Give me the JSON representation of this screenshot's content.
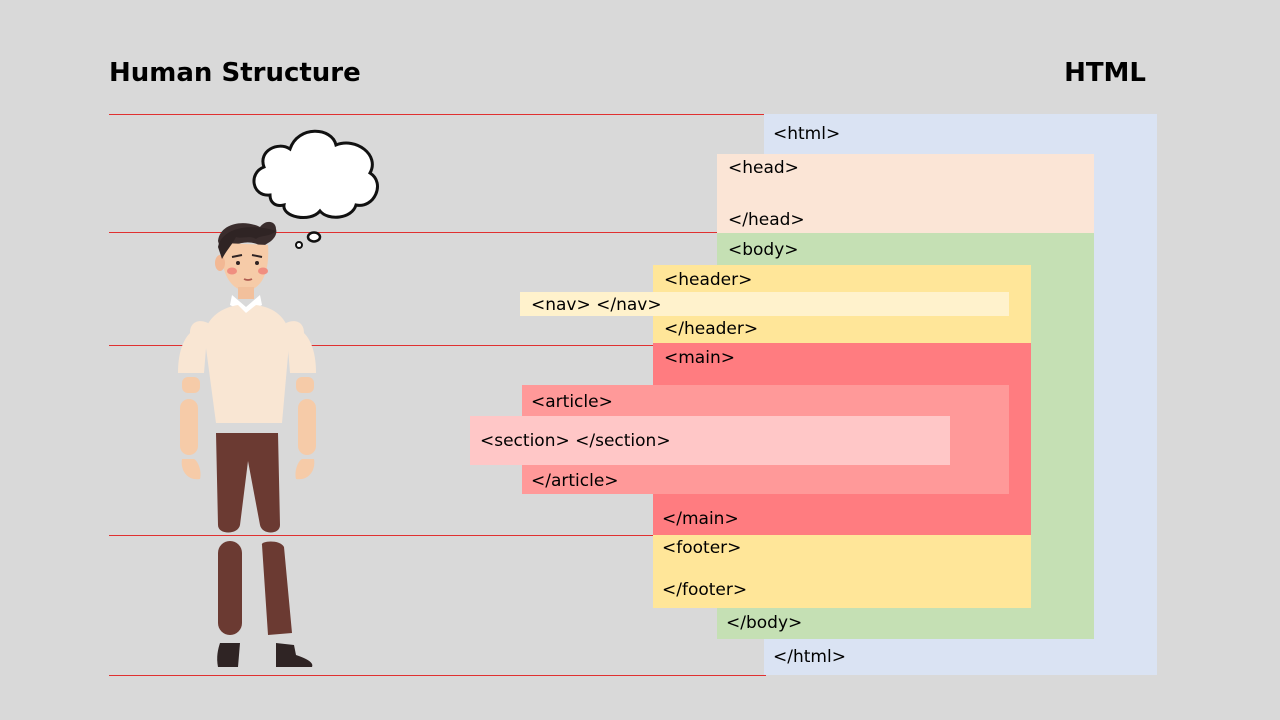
{
  "titles": {
    "left": "Human Structure",
    "right": "HTML"
  },
  "tags": {
    "html_open": "<html>",
    "html_close": "</html>",
    "head_open": "<head>",
    "head_close": "</head>",
    "body_open": "<body>",
    "body_close": "</body>",
    "header_open": "<header>",
    "header_close": "</header>",
    "nav": "<nav> </nav>",
    "main_open": "<main>",
    "main_close": "</main>",
    "article_open": "<article>",
    "article_close": "</article>",
    "section": "<section> </section>",
    "footer_open": "<footer>",
    "footer_close": "</footer>"
  },
  "colors": {
    "html": "#dae3f3",
    "head": "#fbe5d6",
    "body": "#c5e0b4",
    "header": "#ffe699",
    "nav": "#fff2cc",
    "main": "#ff7c80",
    "article": "#ff9999",
    "section": "#ffc7c7",
    "footer": "#ffe699",
    "divider": "#e03030"
  }
}
